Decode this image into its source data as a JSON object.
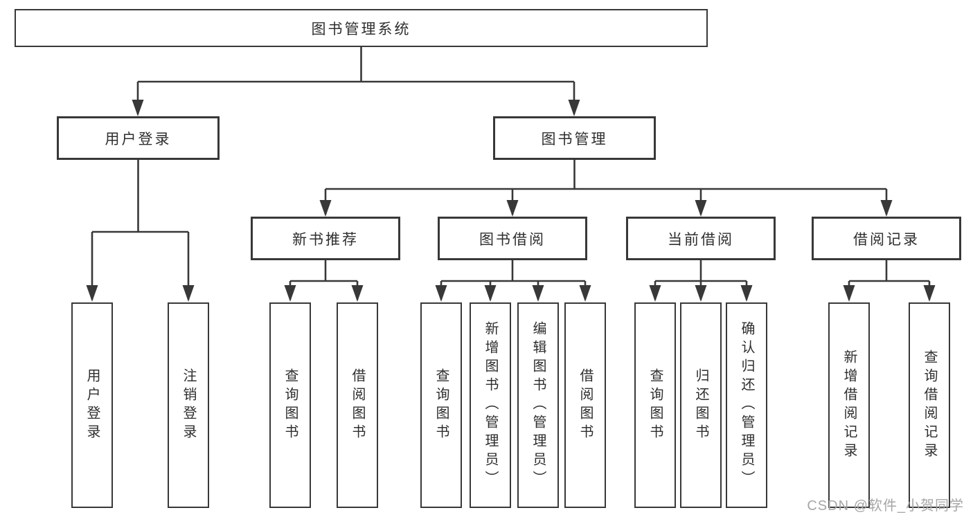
{
  "nodes": {
    "root": "图书管理系统",
    "user_login": "用户登录",
    "book_mgmt": "图书管理",
    "new_book_rec": "新书推荐",
    "book_borrow": "图书借阅",
    "current_borrow": "当前借阅",
    "borrow_record": "借阅记录",
    "leaf_user_login": "用户登录",
    "leaf_logout": "注销登录",
    "leaf_query_book_a": "查询图书",
    "leaf_borrow_book_a": "借阅图书",
    "leaf_query_book_b": "查询图书",
    "leaf_add_book": "新增图书（管理员）",
    "leaf_edit_book": "编辑图书（管理员）",
    "leaf_borrow_book_b": "借阅图书",
    "leaf_query_book_c": "查询图书",
    "leaf_return_book": "归还图书",
    "leaf_confirm_return": "确认归还（管理员）",
    "leaf_add_record": "新增借阅记录",
    "leaf_query_record": "查询借阅记录"
  },
  "hierarchy": {
    "图书管理系统": {
      "用户登录": [
        "用户登录",
        "注销登录"
      ],
      "图书管理": {
        "新书推荐": [
          "查询图书",
          "借阅图书"
        ],
        "图书借阅": [
          "查询图书",
          "新增图书（管理员）",
          "编辑图书（管理员）",
          "借阅图书"
        ],
        "当前借阅": [
          "查询图书",
          "归还图书",
          "确认归还（管理员）"
        ],
        "借阅记录": [
          "新增借阅记录",
          "查询借阅记录"
        ]
      }
    }
  },
  "watermark": "CSDN @软件_小贺同学",
  "colors": {
    "line": "#383838",
    "box_border": "#383838",
    "text": "#2e2e2e",
    "watermark": "#a6a6a6",
    "background": "#ffffff"
  }
}
